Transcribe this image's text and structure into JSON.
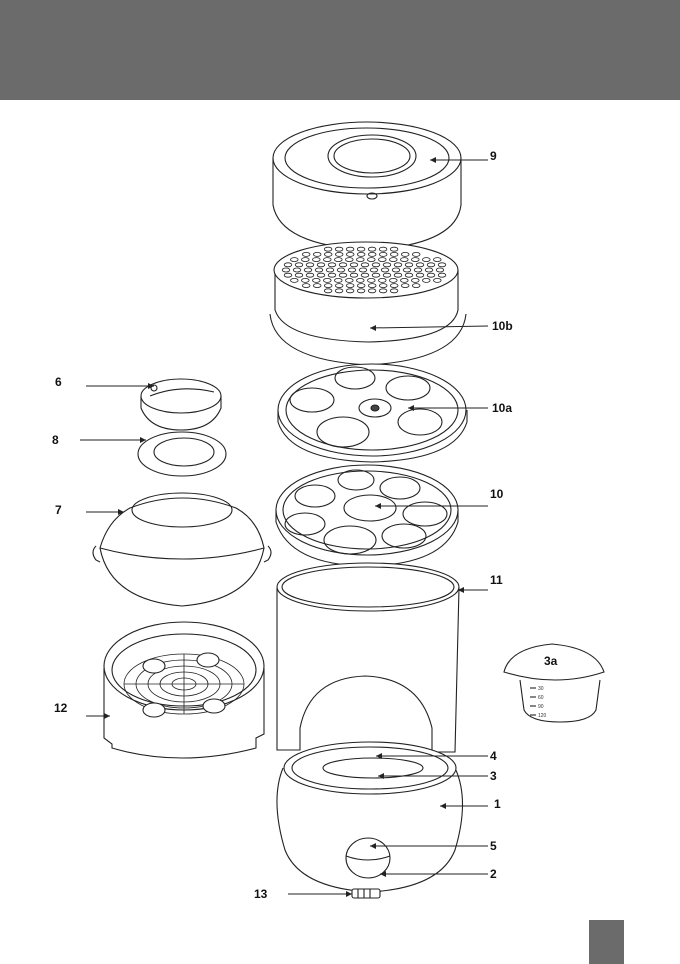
{
  "header": {
    "color": "#6b6b6b"
  },
  "labels": {
    "l1": "1",
    "l2": "2",
    "l3": "3",
    "l3a": "3a",
    "l4": "4",
    "l5": "5",
    "l6": "6",
    "l7": "7",
    "l8": "8",
    "l9": "9",
    "l10": "10",
    "l10a": "10a",
    "l10b": "10b",
    "l11": "11",
    "l12": "12",
    "l13": "13"
  },
  "cup_scale": [
    "30",
    "60",
    "90",
    "120"
  ]
}
